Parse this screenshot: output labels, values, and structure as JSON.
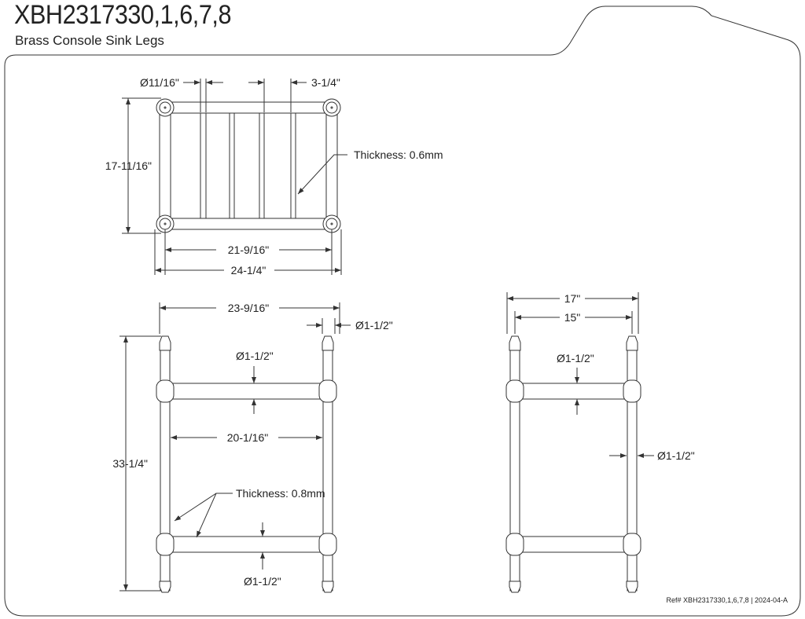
{
  "header": {
    "title": "XBH2317330,1,6,7,8",
    "subtitle": "Brass Console Sink Legs"
  },
  "top_view": {
    "tube_dia": "Ø11/16\"",
    "spacing": "3-1/4\"",
    "depth": "17-11/16\"",
    "thickness": "Thickness: 0.6mm",
    "inner_width": "21-9/16\"",
    "outer_width": "24-1/4\""
  },
  "front_view": {
    "width": "23-9/16\"",
    "leg_dia": "Ø1-1/2\"",
    "height": "33-1/4\"",
    "upper_rail_dia": "Ø1-1/2\"",
    "inner_width": "20-1/16\"",
    "thickness": "Thickness: 0.8mm",
    "lower_rail_dia": "Ø1-1/2\""
  },
  "side_view": {
    "outer_depth": "17\"",
    "inner_depth": "15\"",
    "rail_dia": "Ø1-1/2\"",
    "leg_dia": "Ø1-1/2\""
  },
  "footer": {
    "ref": "Ref# XBH2317330,1,6,7,8 | 2024-04-A"
  }
}
